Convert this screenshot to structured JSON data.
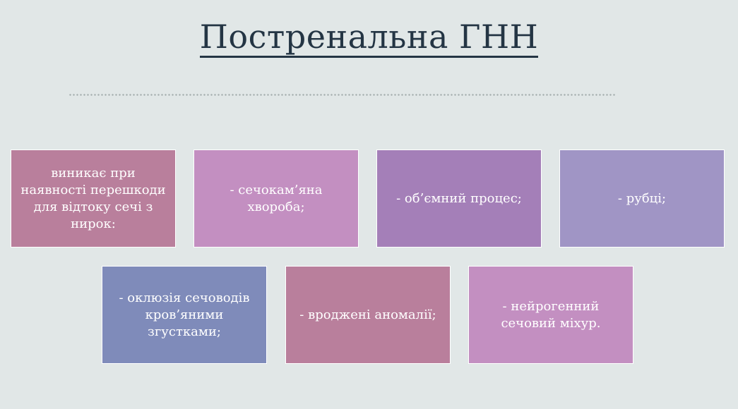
{
  "slide": {
    "title": "Постренальна ГНН",
    "colors": {
      "background": "#e1e7e7",
      "title": "#243544",
      "divider": "#a9b3b3"
    },
    "boxes": [
      {
        "text": "виникає при наявності перешкоди для відтоку сечі з нирок:",
        "color": "#b97f9c"
      },
      {
        "text": "- сечокам’яна хвороба;",
        "color": "#c38fc1"
      },
      {
        "text": "- об’ємний процес;",
        "color": "#a47fb8"
      },
      {
        "text": "- рубці;",
        "color": "#a095c5"
      },
      {
        "text": "- оклюзія сечоводів кров’яними згустками;",
        "color": "#7f8bba"
      },
      {
        "text": "- вроджені аномалії;",
        "color": "#b97f9c"
      },
      {
        "text": "- нейрогенний сечовий міхур.",
        "color": "#c38fc1"
      }
    ]
  }
}
